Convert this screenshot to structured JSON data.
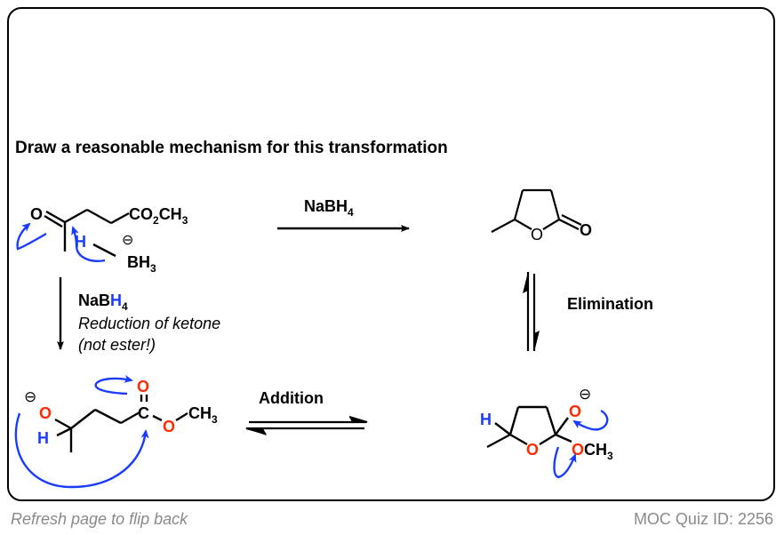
{
  "prompt": "Draw a reasonable mechanism for this transformation",
  "colors": {
    "blue": "#1a3cff",
    "red": "#ff2a00",
    "black": "#000000",
    "footer": "#8a8a8a"
  },
  "start": {
    "O": "O",
    "ester": {
      "CO": "CO",
      "sub2": "2",
      "CH": "CH",
      "sub3": "3"
    },
    "hydride": {
      "H": "H",
      "minus": "⊖",
      "B": "BH",
      "sub3": "3"
    }
  },
  "top_arrow": {
    "reagent": "NaBH",
    "sub": "4"
  },
  "product": {
    "O_ring": "O",
    "O_carbonyl": "O"
  },
  "down_arrow": {
    "reagent_na": "NaB",
    "reagent_h": "H",
    "sub": "4",
    "note_line1": "Reduction of ketone",
    "note_line2": "(not ester!)"
  },
  "intermediate1": {
    "minus": "⊖",
    "O_alk": "O",
    "H": "H",
    "O_carbonyl": "O",
    "C": "C",
    "O_ester": "O",
    "CH": "CH",
    "sub3": "3"
  },
  "addition": {
    "label": "Addition"
  },
  "elimination": {
    "label": "Elimination"
  },
  "intermediate2": {
    "H": "H",
    "O_ring": "O",
    "minus": "⊖",
    "O_alk": "O",
    "O_me": "O",
    "CH": "CH",
    "sub3": "3"
  },
  "footer": {
    "left": "Refresh page to flip back",
    "right": "MOC Quiz ID: 2256"
  }
}
